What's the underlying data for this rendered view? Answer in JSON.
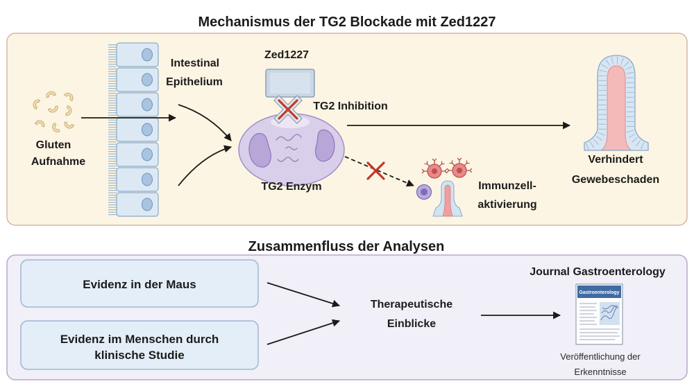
{
  "title": "Mechanismus der TG2 Blockade mit Zed1227",
  "mechanism": {
    "gluten": {
      "icon": "gluten-fragments-icon",
      "lines": [
        "Gluten",
        "Aufnahme"
      ]
    },
    "epithelium": {
      "icon": "intestinal-epithelium-icon",
      "lines": [
        "Intestinal",
        "Epithelium"
      ]
    },
    "inhibitor": {
      "icon": "zed1227-inhibitor-icon",
      "label": "Zed1227"
    },
    "inhibition": {
      "icon": "red-x-icon",
      "label": "TG2 Inhibition"
    },
    "enzyme": {
      "icon": "tg2-enzyme-icon",
      "label": "TG2 Enzym"
    },
    "immune": {
      "icon": "immune-cells-icon",
      "blocked_icon": "red-x-icon",
      "lines": [
        "Immunzell-",
        "aktivierung"
      ]
    },
    "outcome": {
      "icon": "intestinal-villus-icon",
      "lines": [
        "Verhindert",
        "Gewebeschaden"
      ]
    }
  },
  "analysis": {
    "title": "Zusammenfluss der Analysen",
    "evidence": [
      {
        "lines": [
          "Evidenz in der Maus"
        ]
      },
      {
        "lines": [
          "Evidenz im Menschen durch",
          "klinische Studie"
        ]
      }
    ],
    "insights": {
      "lines": [
        "Therapeutische",
        "Einblicke"
      ]
    },
    "journal": {
      "label": "Journal Gastroenterology",
      "cover_title": "Gastroenterology",
      "icon": "journal-cover-icon"
    },
    "publication": {
      "lines": [
        "Veröffentlichung der",
        "Erkenntnisse"
      ]
    }
  },
  "colors": {
    "mechanism_panel_fill": "#fcf5e3",
    "mechanism_panel_border": "#d9b5aa",
    "analysis_panel_fill": "#f1eff8",
    "analysis_panel_border": "#bba7c9",
    "evidence_box_fill": "#e4eef8",
    "evidence_box_border": "#9fb7d1",
    "block_x": "#c0392b",
    "arrow": "#1a1a1a"
  }
}
